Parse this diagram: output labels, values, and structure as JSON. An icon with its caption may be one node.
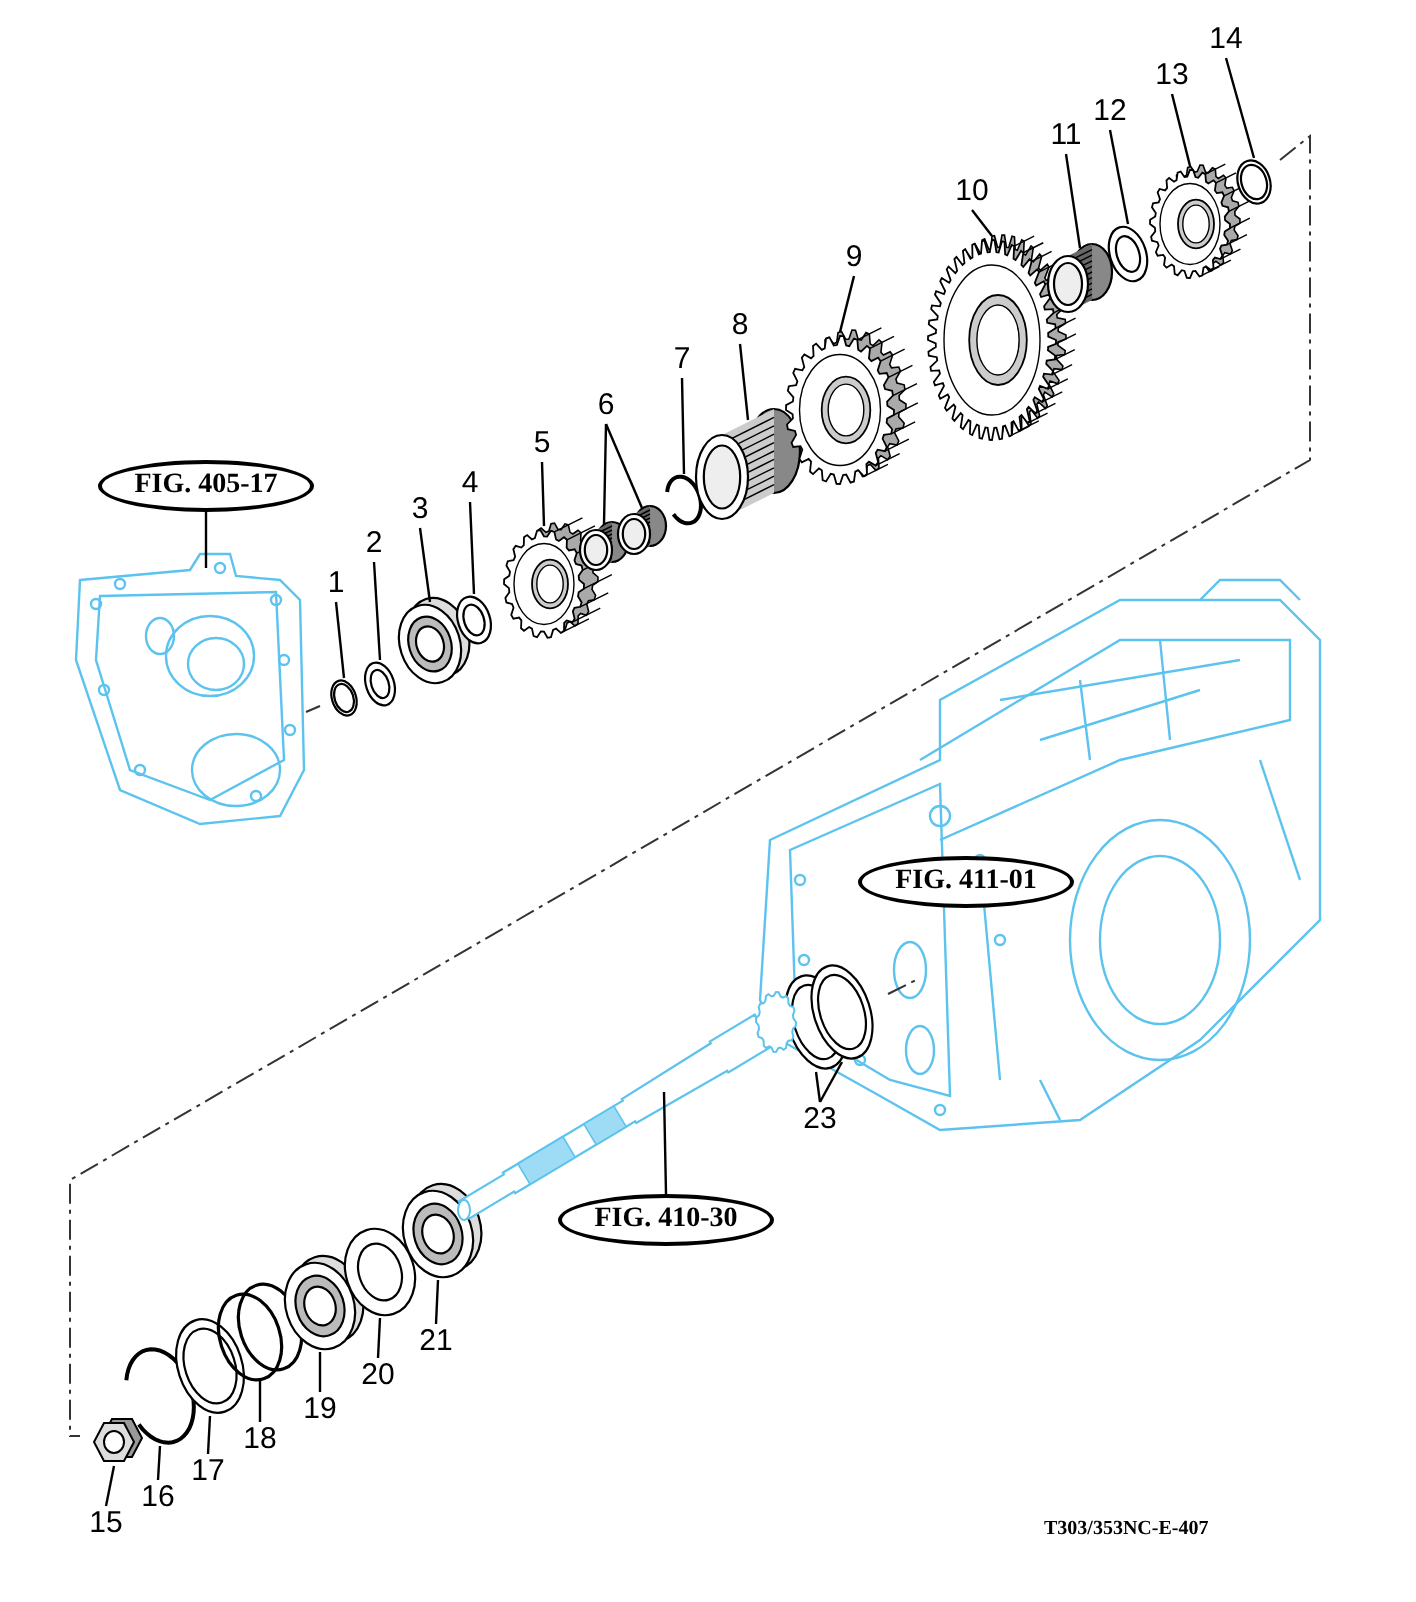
{
  "diagram": {
    "nodes": [
      {
        "text": [
          "1"
        ]
      },
      {
        "text": [
          "2"
        ]
      },
      {
        "text": [
          "3"
        ]
      },
      {
        "text": [
          "4"
        ]
      },
      {
        "text": [
          "5"
        ]
      },
      {
        "text": [
          "6"
        ]
      },
      {
        "text": [
          "7"
        ]
      },
      {
        "text": [
          "8"
        ]
      },
      {
        "text": [
          "9"
        ]
      },
      {
        "text": [
          "10"
        ]
      },
      {
        "text": [
          "11"
        ]
      },
      {
        "text": [
          "12"
        ]
      },
      {
        "text": [
          "13"
        ]
      },
      {
        "text": [
          "14"
        ]
      },
      {
        "text": [
          "15"
        ]
      },
      {
        "text": [
          "16"
        ]
      },
      {
        "text": [
          "17"
        ]
      },
      {
        "text": [
          "18"
        ]
      },
      {
        "text": [
          "19"
        ]
      },
      {
        "text": [
          "20"
        ]
      },
      {
        "text": [
          "21"
        ]
      },
      {
        "text": [
          "23"
        ]
      },
      {
        "text": [
          "FIG. 405-17"
        ]
      },
      {
        "text": [
          "FIG. 411-01"
        ]
      },
      {
        "text": [
          "FIG. 410-30"
        ]
      },
      {
        "text": [],
        "shape": "picture"
      },
      {
        "text": [],
        "shape": "picture"
      },
      {
        "text": [],
        "shape": "picture"
      },
      {
        "text": [],
        "shape": "picture"
      },
      {
        "text": [],
        "shape": "picture"
      },
      {
        "text": [],
        "shape": "picture"
      },
      {
        "text": [],
        "shape": "picture"
      },
      {
        "text": [],
        "shape": "picture"
      },
      {
        "text": [],
        "shape": "picture"
      },
      {
        "text": [],
        "shape": "picture"
      },
      {
        "text": [],
        "shape": "picture"
      },
      {
        "text": [],
        "shape": "picture"
      },
      {
        "text": [],
        "shape": "picture"
      },
      {
        "text": [],
        "shape": "picture"
      },
      {
        "text": [],
        "shape": "picture"
      },
      {
        "text": [],
        "shape": "picture"
      },
      {
        "text": [],
        "shape": "picture"
      },
      {
        "text": [],
        "shape": "picture"
      },
      {
        "text": [],
        "shape": "picture"
      },
      {
        "text": [],
        "shape": "picture"
      },
      {
        "text": [],
        "shape": "picture"
      },
      {
        "text": [],
        "shape": "picture"
      },
      {
        "text": [],
        "shape": "picture"
      },
      {
        "text": [],
        "shape": "picture"
      },
      {
        "text": [],
        "shape": "picture"
      },
      {
        "text": [],
        "shape": "picture"
      }
    ],
    "edges": [
      {
        "from": 0,
        "to": 25,
        "arrow": "none"
      },
      {
        "from": 1,
        "to": 26,
        "arrow": "none"
      },
      {
        "from": 2,
        "to": 27,
        "arrow": "none"
      },
      {
        "from": 3,
        "to": 28,
        "arrow": "none"
      },
      {
        "from": 4,
        "to": 29,
        "arrow": "none"
      },
      {
        "from": 5,
        "to": 30,
        "arrow": "none"
      },
      {
        "from": 5,
        "to": 31,
        "arrow": "none"
      },
      {
        "from": 6,
        "to": 32,
        "arrow": "none"
      },
      {
        "from": 7,
        "to": 33,
        "arrow": "none"
      },
      {
        "from": 8,
        "to": 34,
        "arrow": "none"
      },
      {
        "from": 9,
        "to": 35,
        "arrow": "none"
      },
      {
        "from": 10,
        "to": 36,
        "arrow": "none"
      },
      {
        "from": 11,
        "to": 37,
        "arrow": "none"
      },
      {
        "from": 12,
        "to": 38,
        "arrow": "none"
      },
      {
        "from": 13,
        "to": 39,
        "arrow": "none"
      },
      {
        "from": 14,
        "to": 40,
        "arrow": "none"
      },
      {
        "from": 15,
        "to": 41,
        "arrow": "none"
      },
      {
        "from": 16,
        "to": 42,
        "arrow": "none"
      },
      {
        "from": 17,
        "to": 43,
        "arrow": "none"
      },
      {
        "from": 18,
        "to": 44,
        "arrow": "none"
      },
      {
        "from": 19,
        "to": 45,
        "arrow": "none"
      },
      {
        "from": 20,
        "to": 46,
        "arrow": "none"
      },
      {
        "from": 21,
        "to": 47,
        "arrow": "none"
      },
      {
        "from": 21,
        "to": 48,
        "arrow": "none"
      },
      {
        "from": 22,
        "to": 50,
        "arrow": "none"
      },
      {
        "from": 24,
        "to": 49,
        "arrow": "none"
      }
    ],
    "labels": [
      "T303/353NC-E-407"
    ]
  }
}
